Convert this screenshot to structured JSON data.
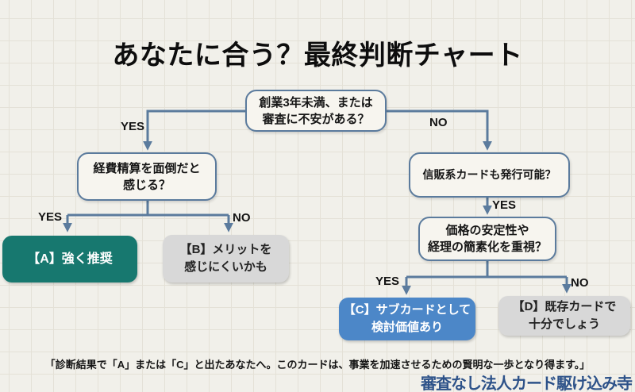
{
  "title": "あなたに合う？最終判断チャート",
  "colors": {
    "background": "#f1f0ea",
    "grid_line": "#e4e1d7",
    "connector": "#5b7b9d",
    "question_fill": "#f7f5ef",
    "result_teal": "#17786f",
    "result_blue": "#4c87c8",
    "result_gray": "#d8d8d8",
    "watermark_blue": "#2d5289"
  },
  "flow": {
    "q_start": {
      "line1": "創業3年未満、または",
      "line2": "審査に不安がある？"
    },
    "q_expense": {
      "line1": "経費精算を面倒だと",
      "line2": "感じる？"
    },
    "q_shinpan": {
      "line1": "信販系カードも発行可能？"
    },
    "q_price": {
      "line1": "価格の安定性や",
      "line2": "経理の簡素化を重視？"
    },
    "result_a": {
      "line1": "【A】強く推奨"
    },
    "result_b": {
      "line1": "【B】メリットを",
      "line2": "感じにくいかも"
    },
    "result_c": {
      "line1": "【C】サブカードとして",
      "line2": "検討価値あり"
    },
    "result_d": {
      "line1": "【D】既存カードで",
      "line2": "十分でしょう"
    },
    "labels": {
      "yes": "YES",
      "no": "NO"
    }
  },
  "footer": {
    "quote": "「診断結果で「A」または「C」と出たあなたへ。このカードは、事業を加速させるための賢明な一歩となり得ます。」",
    "watermark": "審査なし法人カード駆け込み寺"
  }
}
